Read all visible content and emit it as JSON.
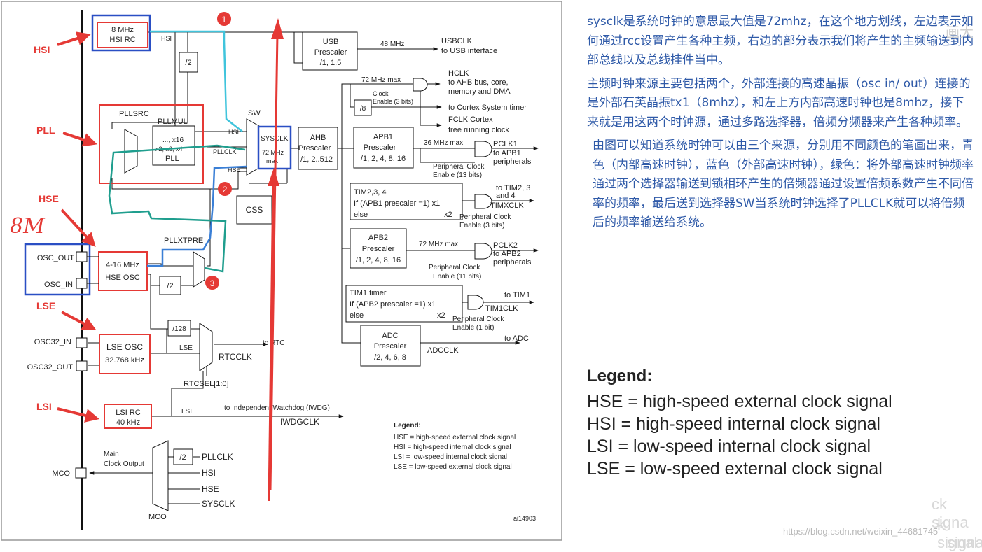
{
  "diagram": {
    "side_labels": {
      "hsi": "HSI",
      "pll": "PLL",
      "hse": "HSE",
      "lse": "LSE",
      "lsi": "LSI"
    },
    "handwriting": "8M",
    "markers": [
      "1",
      "2",
      "3"
    ],
    "osc_pins": {
      "osc_out": "OSC_OUT",
      "osc_in": "OSC_IN",
      "osc32_in": "OSC32_IN",
      "osc32_out": "OSC32_OUT",
      "mco": "MCO"
    },
    "hsi_rc": [
      "8 MHz",
      "HSI RC"
    ],
    "hse_osc": [
      "4-16 MHz",
      "HSE OSC"
    ],
    "lse_osc": [
      "LSE OSC",
      "32.768 kHz"
    ],
    "lsi_rc": [
      "LSI RC",
      "40 kHz"
    ],
    "pll": {
      "pllsrc": "PLLSRC",
      "pllmul": "PLLMUL",
      "mul_values": [
        "..., x16",
        "x2, x3, x4"
      ],
      "pll": "PLL"
    },
    "pllxtpre": "PLLXTPRE",
    "divs": {
      "div2_hsi": "/2",
      "div2_hse": "/2",
      "div128": "/128",
      "div8": "/8",
      "div2_mco": "/2"
    },
    "sw": {
      "sw": "SW",
      "hsi": "HSI",
      "pllclk": "PLLCLK",
      "hse": "HSE",
      "sysclk": "SYSCLK",
      "max": [
        "72 MHz",
        "max"
      ]
    },
    "wire_labels": {
      "hsi_top": "HSI",
      "lse": "LSE",
      "lsi": "LSI"
    },
    "css": "CSS",
    "usb": {
      "title": [
        "USB",
        "Prescaler",
        "/1, 1.5"
      ],
      "freq": "48 MHz",
      "out": [
        "USBCLK",
        "to USB interface"
      ]
    },
    "ahb": {
      "title": [
        "AHB",
        "Prescaler",
        "/1, 2..512"
      ],
      "max": "72 MHz max",
      "clock_enable": [
        "Clock",
        "Enable (3 bits)"
      ],
      "hclk": [
        "HCLK",
        "to AHB bus, core,",
        "memory and DMA"
      ],
      "cortex": "to Cortex System timer",
      "fclk": [
        "FCLK Cortex",
        "free running clock"
      ]
    },
    "apb1": {
      "title": [
        "APB1",
        "Prescaler",
        "/1, 2, 4, 8, 16"
      ],
      "max": "36 MHz max",
      "out": [
        "PCLK1",
        "to APB1",
        "peripherals"
      ],
      "enable": [
        "Peripheral Clock",
        "Enable (13 bits)"
      ]
    },
    "tim234": {
      "title": "TIM2,3, 4",
      "cond": "If (APB1 prescaler =1) x1",
      "else": "else",
      "x2": "x2",
      "out": [
        "to TIM2, 3",
        "and 4"
      ],
      "clk": "TIMXCLK",
      "enable": [
        "Peripheral Clock",
        "Enable (3 bits)"
      ]
    },
    "apb2": {
      "title": [
        "APB2",
        "Prescaler",
        "/1, 2, 4, 8, 16"
      ],
      "max": "72 MHz max",
      "out": [
        "PCLK2",
        "to APB2",
        "peripherals"
      ],
      "enable": [
        "Peripheral Clock",
        "Enable (11 bits)"
      ]
    },
    "tim1": {
      "title": "TIM1 timer",
      "cond": "If (APB2 prescaler =1) x1",
      "else": "else",
      "x2": "x2",
      "out": "to TIM1",
      "clk": "TIM1CLK",
      "enable": [
        "Peripheral Clock",
        "Enable (1 bit)"
      ]
    },
    "adc": {
      "title": [
        "ADC",
        "Prescaler",
        "/2, 4, 6, 8"
      ],
      "out": "to ADC",
      "clk": "ADCCLK"
    },
    "rtc": {
      "out": "to RTC",
      "clk": "RTCCLK",
      "sel": "RTCSEL[1:0]"
    },
    "iwdg": {
      "out": "to Independent Watchdog (IWDG)",
      "clk": "IWDGCLK"
    },
    "mco": {
      "title": [
        "Main",
        "Clock Output"
      ],
      "inputs": [
        "PLLCLK",
        "HSI",
        "HSE",
        "SYSCLK"
      ],
      "label": "MCO"
    },
    "legend": {
      "title": "Legend:",
      "items": [
        "HSE = high-speed external clock signal",
        "HSI = high-speed internal clock signal",
        "LSI = low-speed internal clock signal",
        "LSE = low-speed external clock signal"
      ]
    },
    "fig_id": "ai14903"
  },
  "notes": [
    "sysclk是系统时钟的意思最大值是72mhz，在这个地方划线，左边表示如何通过rcc设置产生各种主频，右边的部分表示我们将产生的主频输送到内部总线以及总线挂件当中。",
    "主频时钟来源主要包括两个，外部连接的高速晶振（osc in/ out）连接的是外部石英晶振tx1（8mhz），和左上方内部高速时钟也是8mhz，接下来就是用这两个时钟源，通过多路选择器，倍频分频器来产生各种频率。",
    "由图可以知道系统时钟可以由三个来源，分别用不同颜色的笔画出来，青色（内部高速时钟），蓝色（外部高速时钟），绿色：将外部高速时钟频率通过两个选择器输送到锁相环产生的倍频器通过设置倍频系数产生不同倍率的频率，最后送到选择器SW当系统时钟选择了PLLCLK就可以将倍频后的频率输送给系统。"
  ],
  "legend_big": {
    "title": "Legend:",
    "items": [
      "HSE = high-speed external clock signal",
      "HSI = high-speed internal clock signal",
      "LSI = low-speed internal clock signal",
      "LSE = low-speed external clock signal"
    ]
  },
  "watermarks": {
    "csdn": "https://blog.csdn.net/weixin_44681745",
    "ghost": [
      "ck signa",
      "k signal",
      "signal"
    ],
    "top": "画大"
  },
  "colors": {
    "annot_red": "#e53935",
    "hsi_cyan": "#40c4dc",
    "hse_blue": "#3a7fd6",
    "pll_green": "#1f9e8e",
    "box_blue": "#2a4fc4",
    "notes_blue": "#2f5aa8"
  }
}
